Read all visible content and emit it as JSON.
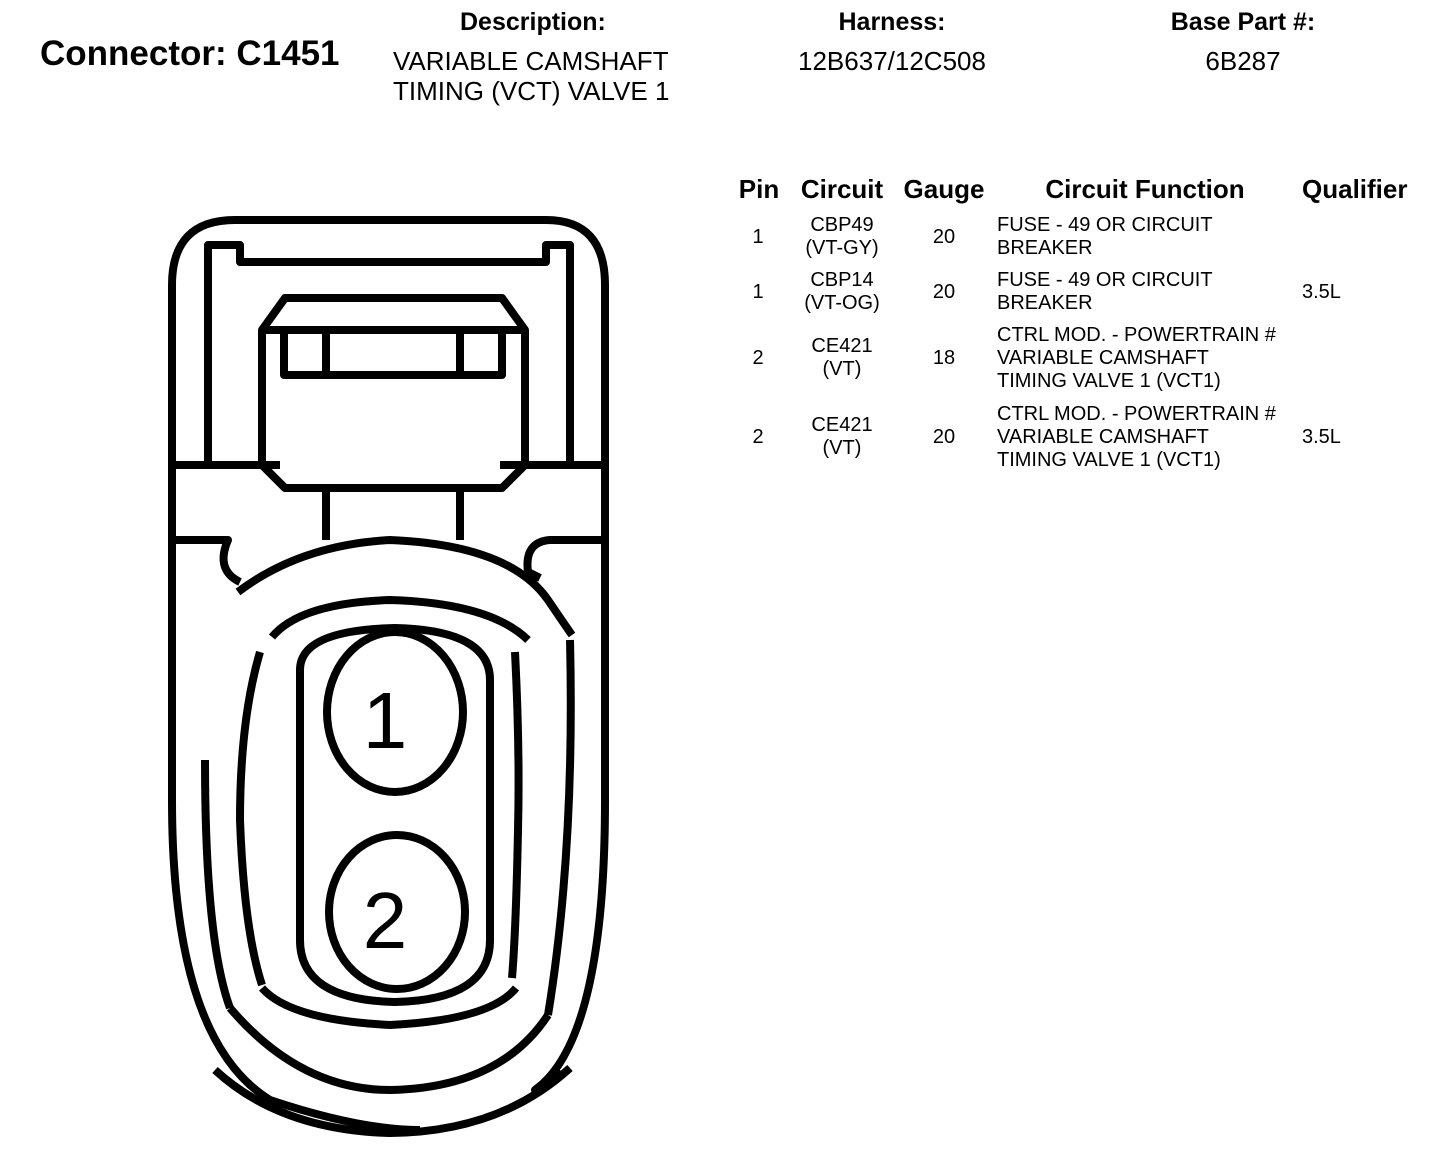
{
  "connector": {
    "title": "Connector: C1451"
  },
  "header": {
    "description_label": "Description:",
    "description_lines": [
      "VARIABLE CAMSHAFT",
      "TIMING (VCT) VALVE 1"
    ],
    "harness_label": "Harness:",
    "harness_value": "12B637/12C508",
    "base_part_label": "Base Part #:",
    "base_part_value": "6B287"
  },
  "table": {
    "columns": [
      "Pin",
      "Circuit",
      "Gauge",
      "Circuit Function",
      "Qualifier"
    ],
    "rows": [
      {
        "pin": "1",
        "circuit": [
          "CBP49",
          "(VT-GY)"
        ],
        "gauge": "20",
        "function": [
          "FUSE - 49 OR CIRCUIT",
          "BREAKER"
        ],
        "qualifier": ""
      },
      {
        "pin": "1",
        "circuit": [
          "CBP14",
          "(VT-OG)"
        ],
        "gauge": "20",
        "function": [
          "FUSE - 49 OR CIRCUIT",
          "BREAKER"
        ],
        "qualifier": "3.5L"
      },
      {
        "pin": "2",
        "circuit": [
          "CE421",
          "(VT)"
        ],
        "gauge": "18",
        "function": [
          "CTRL MOD. - POWERTRAIN #",
          "VARIABLE CAMSHAFT",
          "TIMING VALVE 1 (VCT1)"
        ],
        "qualifier": ""
      },
      {
        "pin": "2",
        "circuit": [
          "CE421",
          "(VT)"
        ],
        "gauge": "20",
        "function": [
          "CTRL MOD. - POWERTRAIN #",
          "VARIABLE CAMSHAFT",
          "TIMING VALVE 1 (VCT1)"
        ],
        "qualifier": "3.5L"
      }
    ]
  },
  "diagram": {
    "pin_labels": [
      "1",
      "2"
    ],
    "line_color": "#000000"
  }
}
